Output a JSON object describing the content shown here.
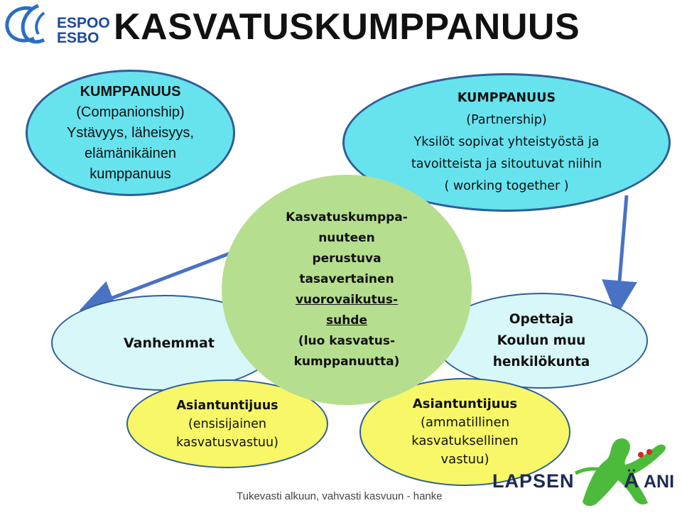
{
  "title": "KASVATUSKUMPPANUUS",
  "logo": {
    "line1": "ESPOO",
    "line2": "ESBO"
  },
  "companionship": {
    "heading": "KUMPPANUUS",
    "lines": [
      "(Companionship)",
      "Ystävyys, läheisyys,",
      "elämänikäinen",
      "kumppanuus"
    ]
  },
  "partnership": {
    "heading": "KUMPPANUUS",
    "lines": [
      "(Partnership)",
      "Yksilöt sopivat yhteistyöstä ja",
      "tavoitteista ja sitoutuvat niihin",
      "( working together )"
    ]
  },
  "parents": {
    "label": "Vanhemmat"
  },
  "teacher": {
    "lines": [
      "Opettaja",
      "Koulun muu",
      "henkilökunta"
    ]
  },
  "parents_expertise": {
    "heading": "Asiantuntijuus",
    "lines": [
      "(ensisijainen",
      "kasvatusvastuu)"
    ]
  },
  "teacher_expertise": {
    "heading": "Asiantuntijuus",
    "lines": [
      "(ammatillinen",
      "kasvatuksellinen",
      "vastuu)"
    ]
  },
  "center": {
    "lines": [
      "Kasvatuskumppa-",
      "nuuteen",
      "perustuva",
      "tasavertainen"
    ],
    "underlined": [
      "vuorovaikutus-",
      "suhde"
    ],
    "tail": [
      "(luo kasvatus-",
      "kumppanuutta)"
    ]
  },
  "footer": "Tukevasti alkuun, vahvasti kasvuun - hanke",
  "brand": {
    "lapsen": "LAPSEN",
    "aani_a": "Ä",
    "aani_rest": "ANI"
  },
  "colors": {
    "cyan": "#67e3ee",
    "light_cyan": "#d8f7f9",
    "yellow": "#f7f767",
    "green": "#b6de8f",
    "arrow": "#4a72c4",
    "outline": "#2f5e97"
  }
}
